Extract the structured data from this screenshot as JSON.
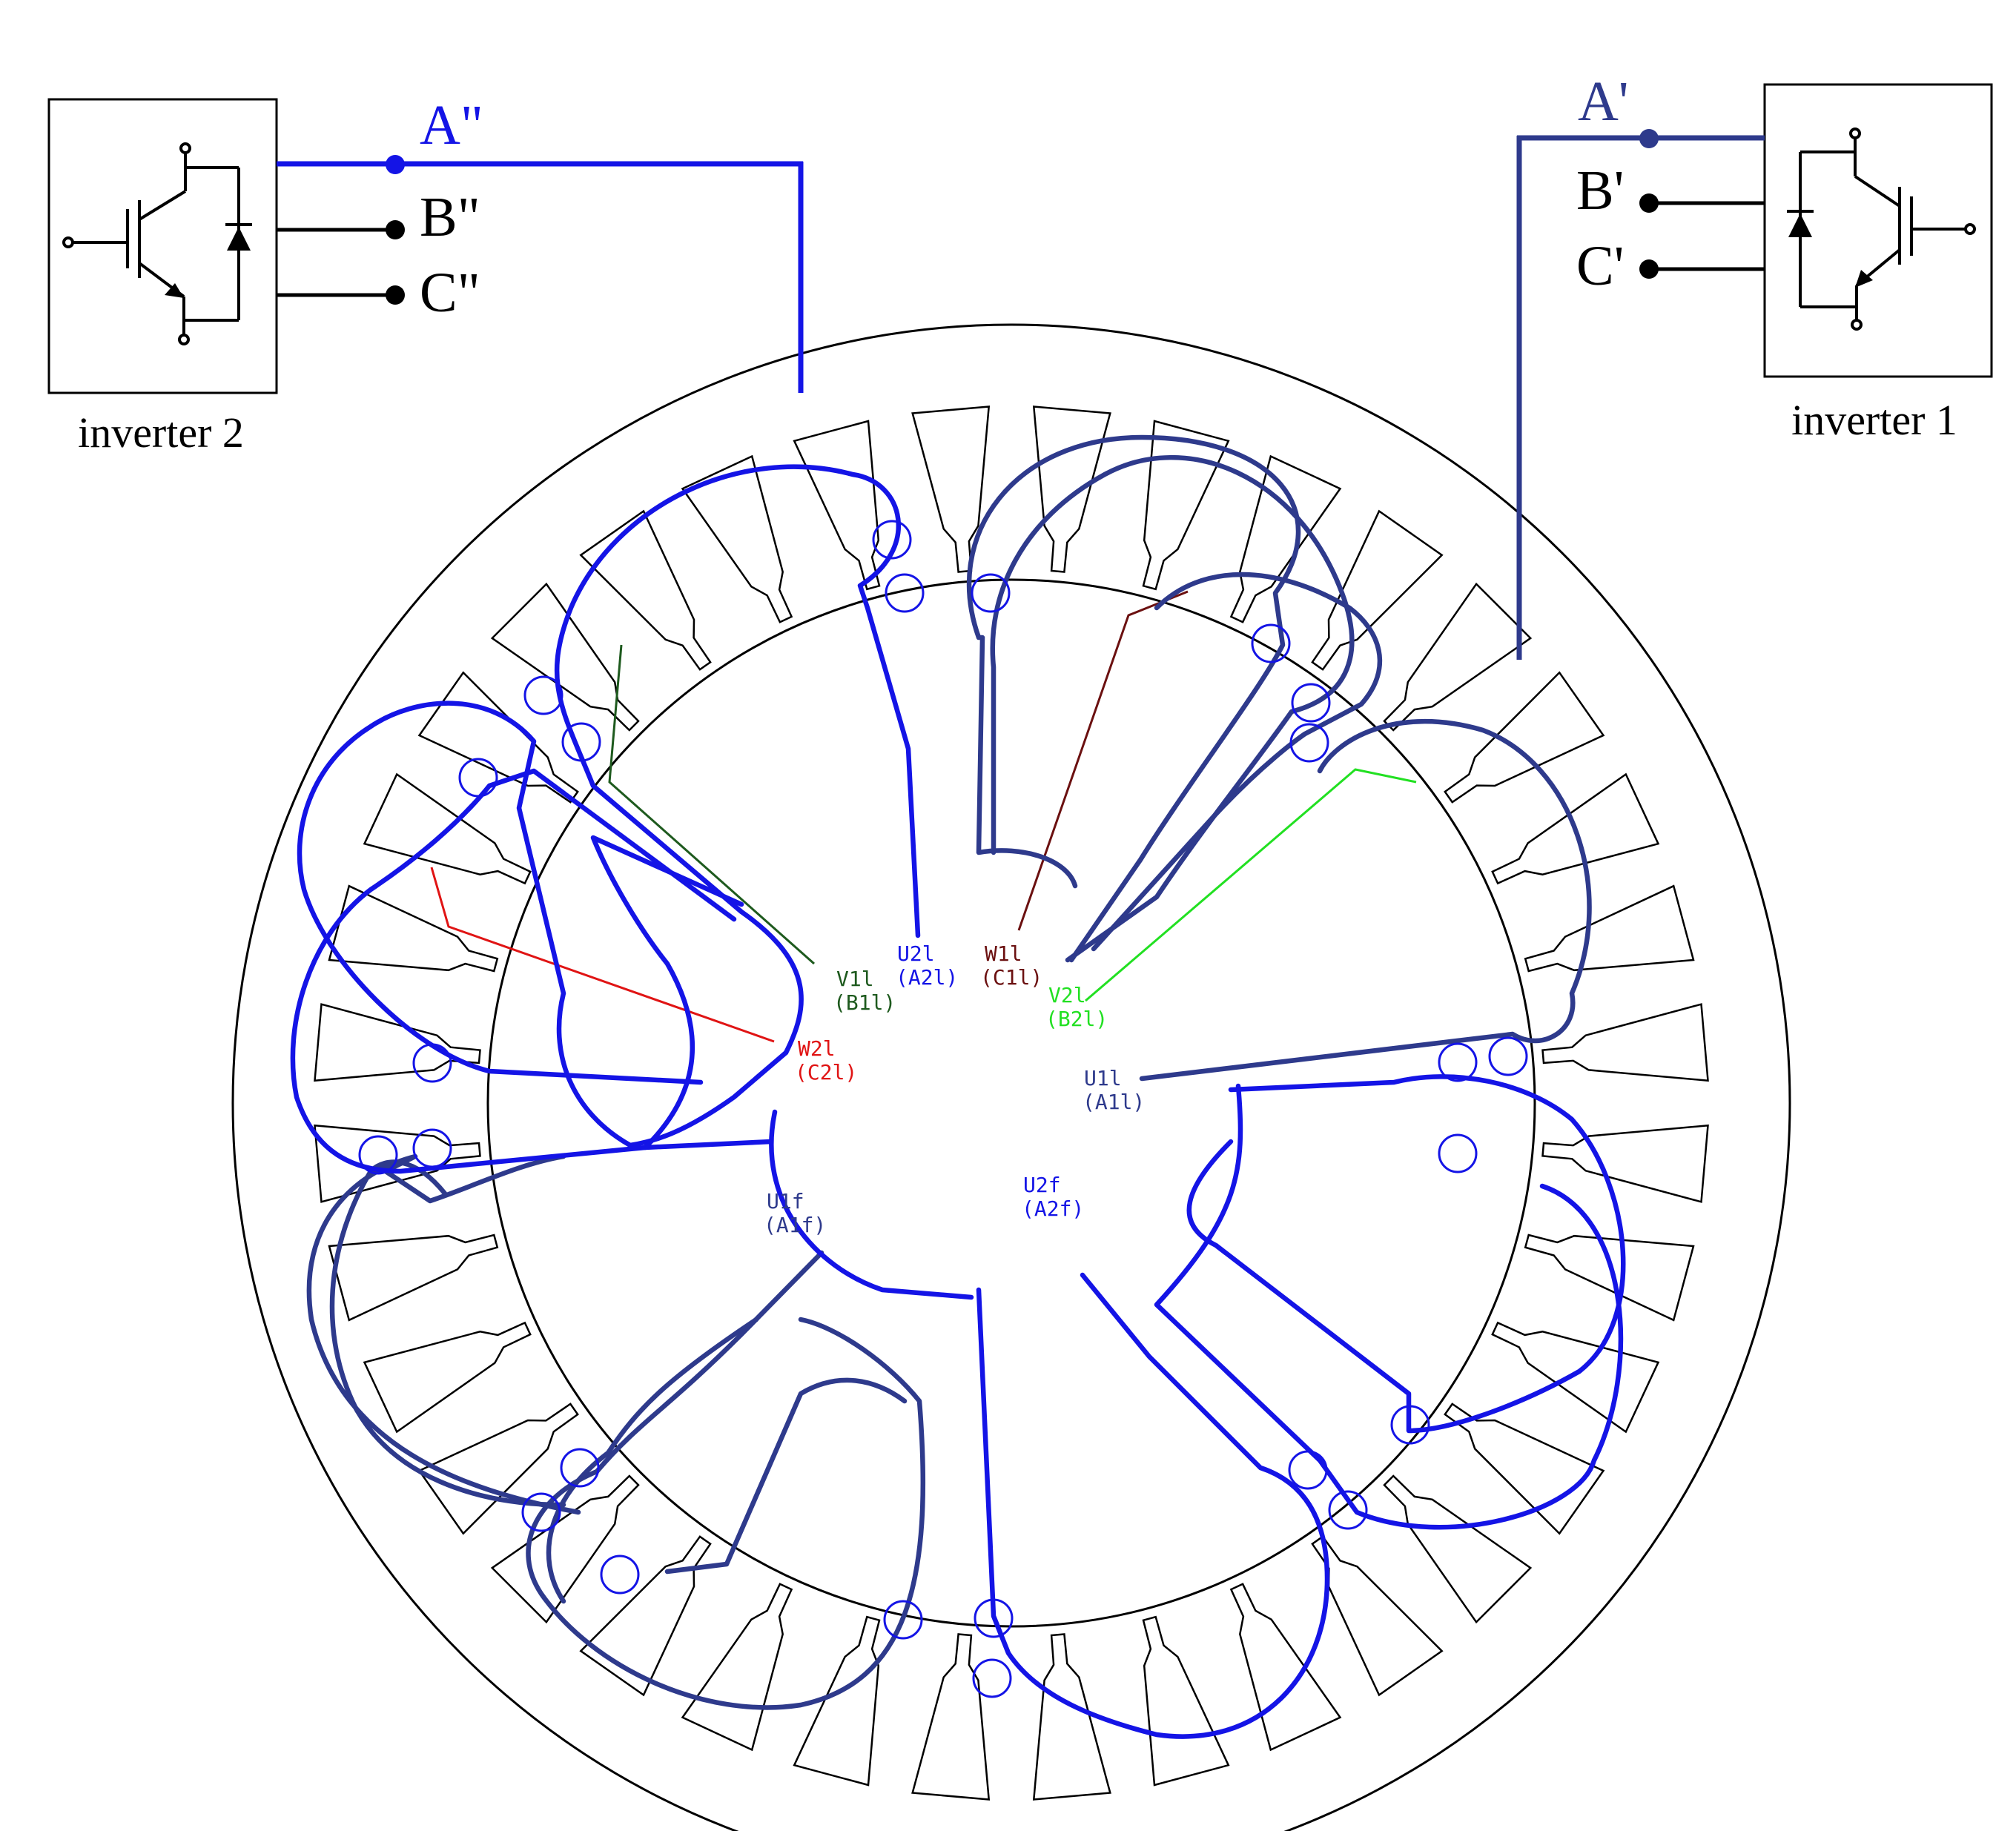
{
  "colors": {
    "coil_a_inverter2": "#1414e6",
    "coil_a_inverter1": "#2e3a8c",
    "lead_phase_b1": "#1e5a1e",
    "lead_phase_b2": "#22e022",
    "lead_phase_c1": "#6b1010",
    "lead_phase_c2": "#e01414",
    "outline": "#000000"
  },
  "inverter_2": {
    "caption": "inverter 2",
    "terminals": [
      {
        "label": "A\"",
        "color": "#1414e6"
      },
      {
        "label": "B\"",
        "color": "#000000"
      },
      {
        "label": "C\"",
        "color": "#000000"
      }
    ]
  },
  "inverter_1": {
    "caption": "inverter 1",
    "terminals": [
      {
        "label": "A'",
        "color": "#2e3a8c"
      },
      {
        "label": "B'",
        "color": "#000000"
      },
      {
        "label": "C'",
        "color": "#000000"
      }
    ]
  },
  "stator": {
    "slot_count": 36,
    "winding_labels": [
      {
        "line1": "U2l",
        "line2": "(A2l)",
        "color": "#1414e6"
      },
      {
        "line1": "W1l",
        "line2": "(C1l)",
        "color": "#6b1010"
      },
      {
        "line1": "V1l",
        "line2": "(B1l)",
        "color": "#1e5a1e"
      },
      {
        "line1": "V2l",
        "line2": "(B2l)",
        "color": "#22e022"
      },
      {
        "line1": "W2l",
        "line2": "(C2l)",
        "color": "#e01414"
      },
      {
        "line1": "U1l",
        "line2": "(A1l)",
        "color": "#2e3a8c"
      },
      {
        "line1": "U1f",
        "line2": "(A1f)",
        "color": "#2e3a8c"
      },
      {
        "line1": "U2f",
        "line2": "(A2f)",
        "color": "#1414e6"
      }
    ]
  }
}
